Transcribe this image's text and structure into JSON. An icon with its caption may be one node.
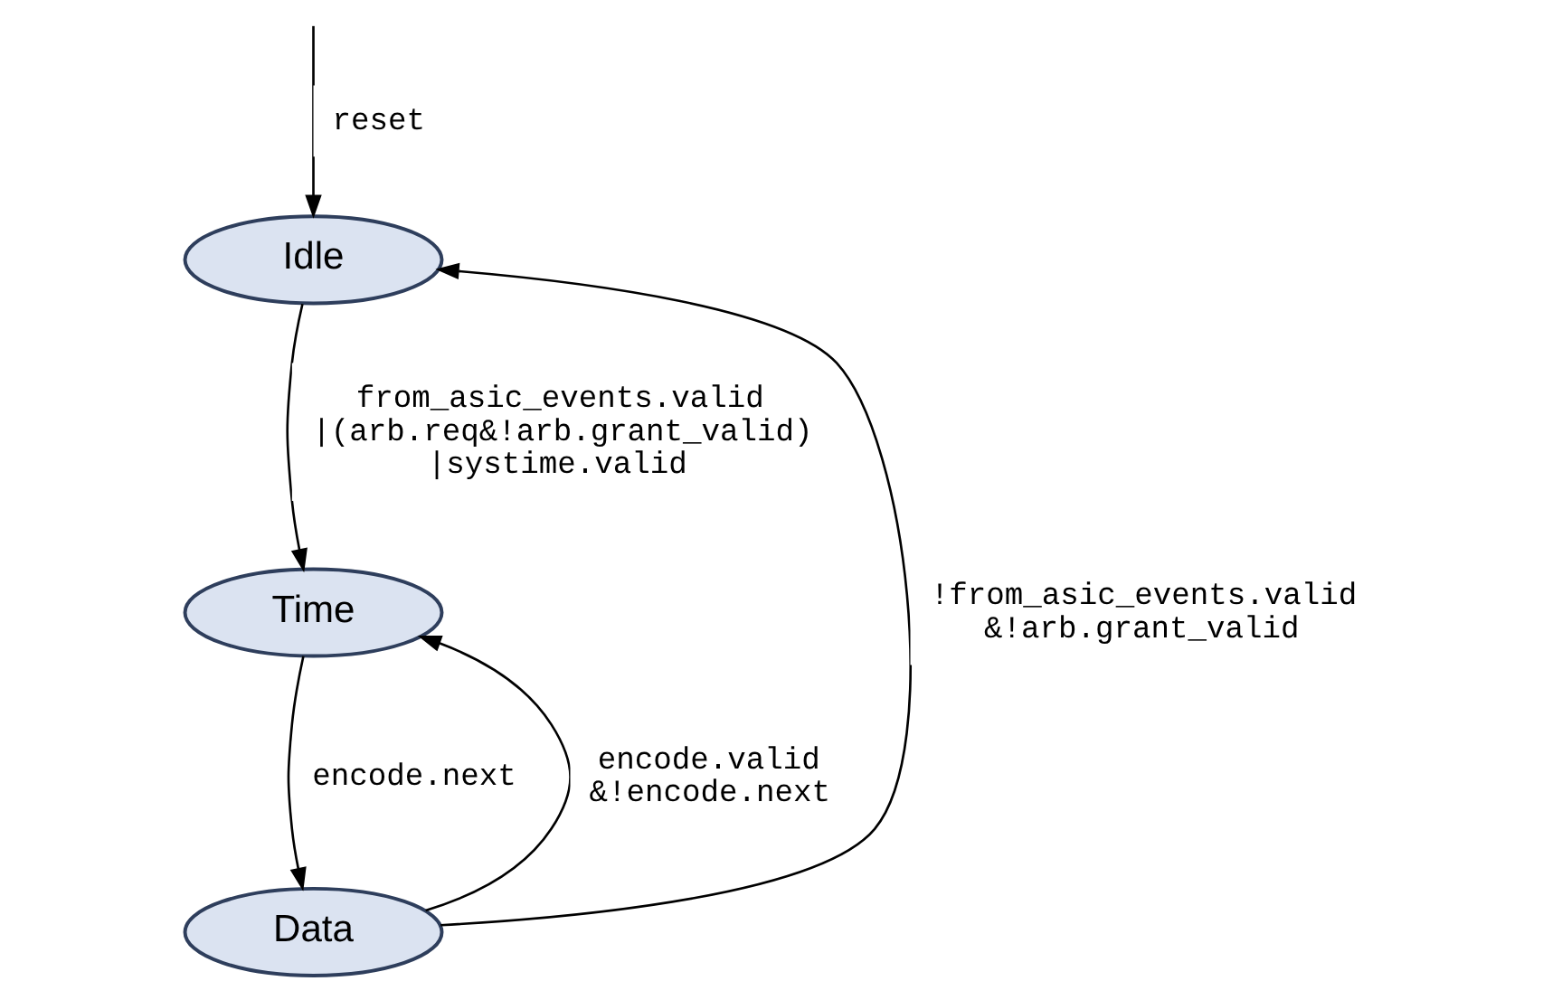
{
  "diagram": {
    "nodes": [
      {
        "text": [
          "Idle"
        ]
      },
      {
        "text": [
          "Time"
        ]
      },
      {
        "text": [
          "Data"
        ]
      }
    ],
    "edges": [
      {
        "from": null,
        "to": 0,
        "arrow": "to",
        "label": "reset"
      },
      {
        "from": 0,
        "to": 1,
        "arrow": "to",
        "label": "from_asic_events.valid |(arb.req&!arb.grant_valid) |systime.valid"
      },
      {
        "from": 1,
        "to": 2,
        "arrow": "to",
        "label": "encode.next"
      },
      {
        "from": 2,
        "to": 1,
        "arrow": "to",
        "label": "encode.valid &!encode.next"
      },
      {
        "from": 2,
        "to": 0,
        "arrow": "to",
        "label": "!from_asic_events.valid &!arb.grant_valid"
      }
    ]
  }
}
